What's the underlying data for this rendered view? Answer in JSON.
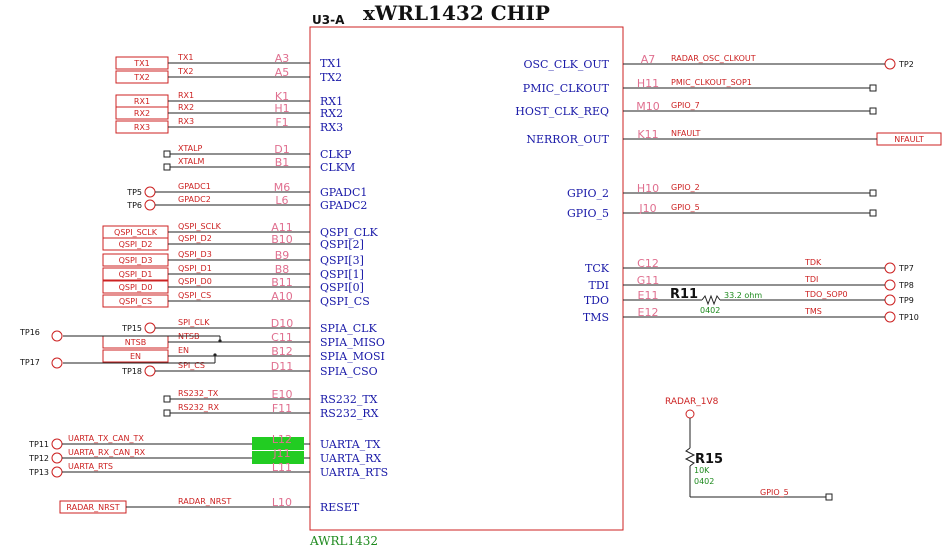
{
  "title": "xWRL1432 CHIP",
  "ref_label": "U3-A",
  "part_name": "AWRL1432",
  "colors": {
    "pin_name": "#1a1aa8",
    "pin_num": "#e07090",
    "net": "#cc2222",
    "highlight": "#22cc22",
    "value": "#1e8a1e"
  },
  "left_pins": [
    {
      "name": "TX1",
      "num": "A3",
      "net": "TX1",
      "kind": "box",
      "label": "TX1"
    },
    {
      "name": "TX2",
      "num": "A5",
      "net": "TX2",
      "kind": "box",
      "label": "TX2"
    },
    {
      "name": "RX1",
      "num": "K1",
      "net": "RX1",
      "kind": "box",
      "label": "RX1"
    },
    {
      "name": "RX2",
      "num": "H1",
      "net": "RX2",
      "kind": "box",
      "label": "RX2"
    },
    {
      "name": "RX3",
      "num": "F1",
      "net": "RX3",
      "kind": "box",
      "label": "RX3"
    },
    {
      "name": "CLKP",
      "num": "D1",
      "net": "XTALP",
      "kind": "sq",
      "label": ""
    },
    {
      "name": "CLKM",
      "num": "B1",
      "net": "XTALM",
      "kind": "sq",
      "label": ""
    },
    {
      "name": "GPADC1",
      "num": "M6",
      "net": "GPADC1",
      "kind": "tp",
      "label": "TP5"
    },
    {
      "name": "GPADC2",
      "num": "L6",
      "net": "GPADC2",
      "kind": "tp",
      "label": "TP6"
    },
    {
      "name": "QSPI_CLK",
      "num": "A11",
      "net": "QSPI_SCLK",
      "kind": "box",
      "label": "QSPI_SCLK"
    },
    {
      "name": "QSPI[2]",
      "num": "B10",
      "net": "QSPI_D2",
      "kind": "box",
      "label": "QSPI_D2"
    },
    {
      "name": "QSPI[3]",
      "num": "B9",
      "net": "QSPI_D3",
      "kind": "box",
      "label": "QSPI_D3"
    },
    {
      "name": "QSPI[1]",
      "num": "B8",
      "net": "QSPI_D1",
      "kind": "box",
      "label": "QSPI_D1"
    },
    {
      "name": "QSPI[0]",
      "num": "B11",
      "net": "QSPI_D0",
      "kind": "box",
      "label": "QSPI_D0"
    },
    {
      "name": "QSPI_CS",
      "num": "A10",
      "net": "QSPI_CS",
      "kind": "box",
      "label": "QSPI_CS"
    },
    {
      "name": "SPIA_CLK",
      "num": "D10",
      "net": "SPI_CLK",
      "kind": "tp",
      "label": "TP15"
    },
    {
      "name": "SPIA_MISO",
      "num": "C11",
      "net": "NTSB",
      "kind": "box",
      "label": "NTSB"
    },
    {
      "name": "SPIA_MOSI",
      "num": "B12",
      "net": "EN",
      "kind": "box",
      "label": "EN"
    },
    {
      "name": "SPIA_CSO",
      "num": "D11",
      "net": "SPI_CS",
      "kind": "tp",
      "label": "TP18"
    },
    {
      "name": "RS232_TX",
      "num": "E10",
      "net": "RS232_TX",
      "kind": "sq",
      "label": ""
    },
    {
      "name": "RS232_RX",
      "num": "F11",
      "net": "RS232_RX",
      "kind": "sq",
      "label": ""
    },
    {
      "name": "UARTA_TX",
      "num": "L12",
      "net": "UARTA_TX_CAN_TX",
      "kind": "tp",
      "label": "TP11"
    },
    {
      "name": "UARTA_RX",
      "num": "J11",
      "net": "UARTA_RX_CAN_RX",
      "kind": "tp",
      "label": "TP12"
    },
    {
      "name": "UARTA_RTS",
      "num": "L11",
      "net": "UARTA_RTS",
      "kind": "tp",
      "label": "TP13"
    },
    {
      "name": "RESET",
      "num": "L10",
      "net": "RADAR_NRST",
      "kind": "box",
      "label": "RADAR_NRST"
    }
  ],
  "extra_tps": [
    {
      "label": "TP16"
    },
    {
      "label": "TP17"
    }
  ],
  "right_pins": [
    {
      "name": "OSC_CLK_OUT",
      "num": "A7",
      "net": "RADAR_OSC_CLKOUT",
      "kind": "tp",
      "label": "TP2"
    },
    {
      "name": "PMIC_CLKOUT",
      "num": "H11",
      "net": "PMIC_CLKOUT_SOP1",
      "kind": "sq",
      "label": ""
    },
    {
      "name": "HOST_CLK_REQ",
      "num": "M10",
      "net": "GPIO_7",
      "kind": "sq",
      "label": ""
    },
    {
      "name": "NERROR_OUT",
      "num": "K11",
      "net": "NFAULT",
      "kind": "box",
      "label": "NFAULT"
    },
    {
      "name": "GPIO_2",
      "num": "H10",
      "net": "GPIO_2",
      "kind": "sq",
      "label": ""
    },
    {
      "name": "GPIO_5",
      "num": "J10",
      "net": "GPIO_5",
      "kind": "sq",
      "label": ""
    },
    {
      "name": "TCK",
      "num": "C12",
      "net": "TDK",
      "kind": "tp",
      "label": "TP7"
    },
    {
      "name": "TDI",
      "num": "G11",
      "net": "TDI",
      "kind": "tp",
      "label": "TP8"
    },
    {
      "name": "TDO",
      "num": "E11",
      "net": "TDO_SOP0",
      "kind": "tp",
      "label": "TP9"
    },
    {
      "name": "TMS",
      "num": "E12",
      "net": "TMS",
      "kind": "tp",
      "label": "TP10"
    }
  ],
  "r11": {
    "name": "R11",
    "value": "33.2 ohm",
    "package": "0402"
  },
  "r15": {
    "name": "R15",
    "value": "10K",
    "package": "0402",
    "supply": "RADAR_1V8",
    "net": "GPIO_5"
  }
}
